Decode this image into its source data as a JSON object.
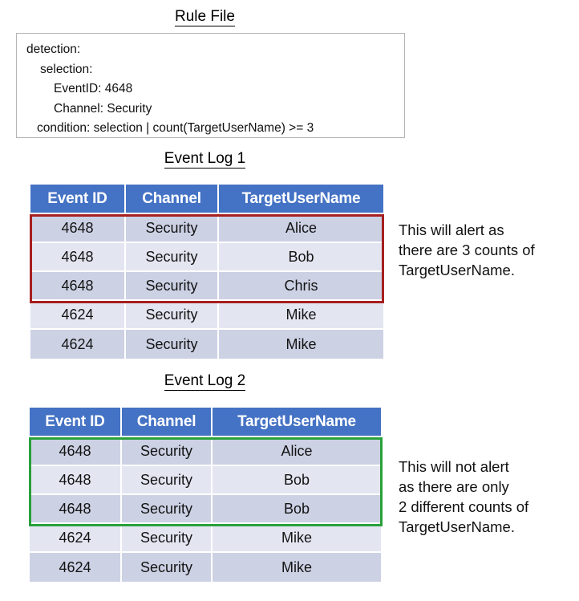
{
  "rule_file": {
    "title": "Rule File",
    "lines": [
      "detection:",
      "selection:",
      "EventID: 4648",
      "Channel: Security",
      "condition: selection | count(TargetUserName) >= 3"
    ]
  },
  "event_log_1": {
    "title": "Event Log 1",
    "columns": [
      "Event ID",
      "Channel",
      "TargetUserName"
    ],
    "rows": [
      [
        "4648",
        "Security",
        "Alice"
      ],
      [
        "4648",
        "Security",
        "Bob"
      ],
      [
        "4648",
        "Security",
        "Chris"
      ],
      [
        "4624",
        "Security",
        "Mike"
      ],
      [
        "4624",
        "Security",
        "Mike"
      ]
    ],
    "highlight_color": "#a61f1f",
    "annotation": "This will alert as\nthere are 3 counts of\nTargetUserName."
  },
  "event_log_2": {
    "title": "Event Log 2",
    "columns": [
      "Event ID",
      "Channel",
      "TargetUserName"
    ],
    "rows": [
      [
        "4648",
        "Security",
        "Alice"
      ],
      [
        "4648",
        "Security",
        "Bob"
      ],
      [
        "4648",
        "Security",
        "Bob"
      ],
      [
        "4624",
        "Security",
        "Mike"
      ],
      [
        "4624",
        "Security",
        "Mike"
      ]
    ],
    "highlight_color": "#29a03a",
    "annotation": "This will not alert\nas there are only\n2 different counts of\nTargetUserName."
  },
  "colors": {
    "header_blue": "#4472c4",
    "row_odd": "#ccd1e4",
    "row_even": "#e3e6f1",
    "box_border": "#b5b5b5"
  }
}
